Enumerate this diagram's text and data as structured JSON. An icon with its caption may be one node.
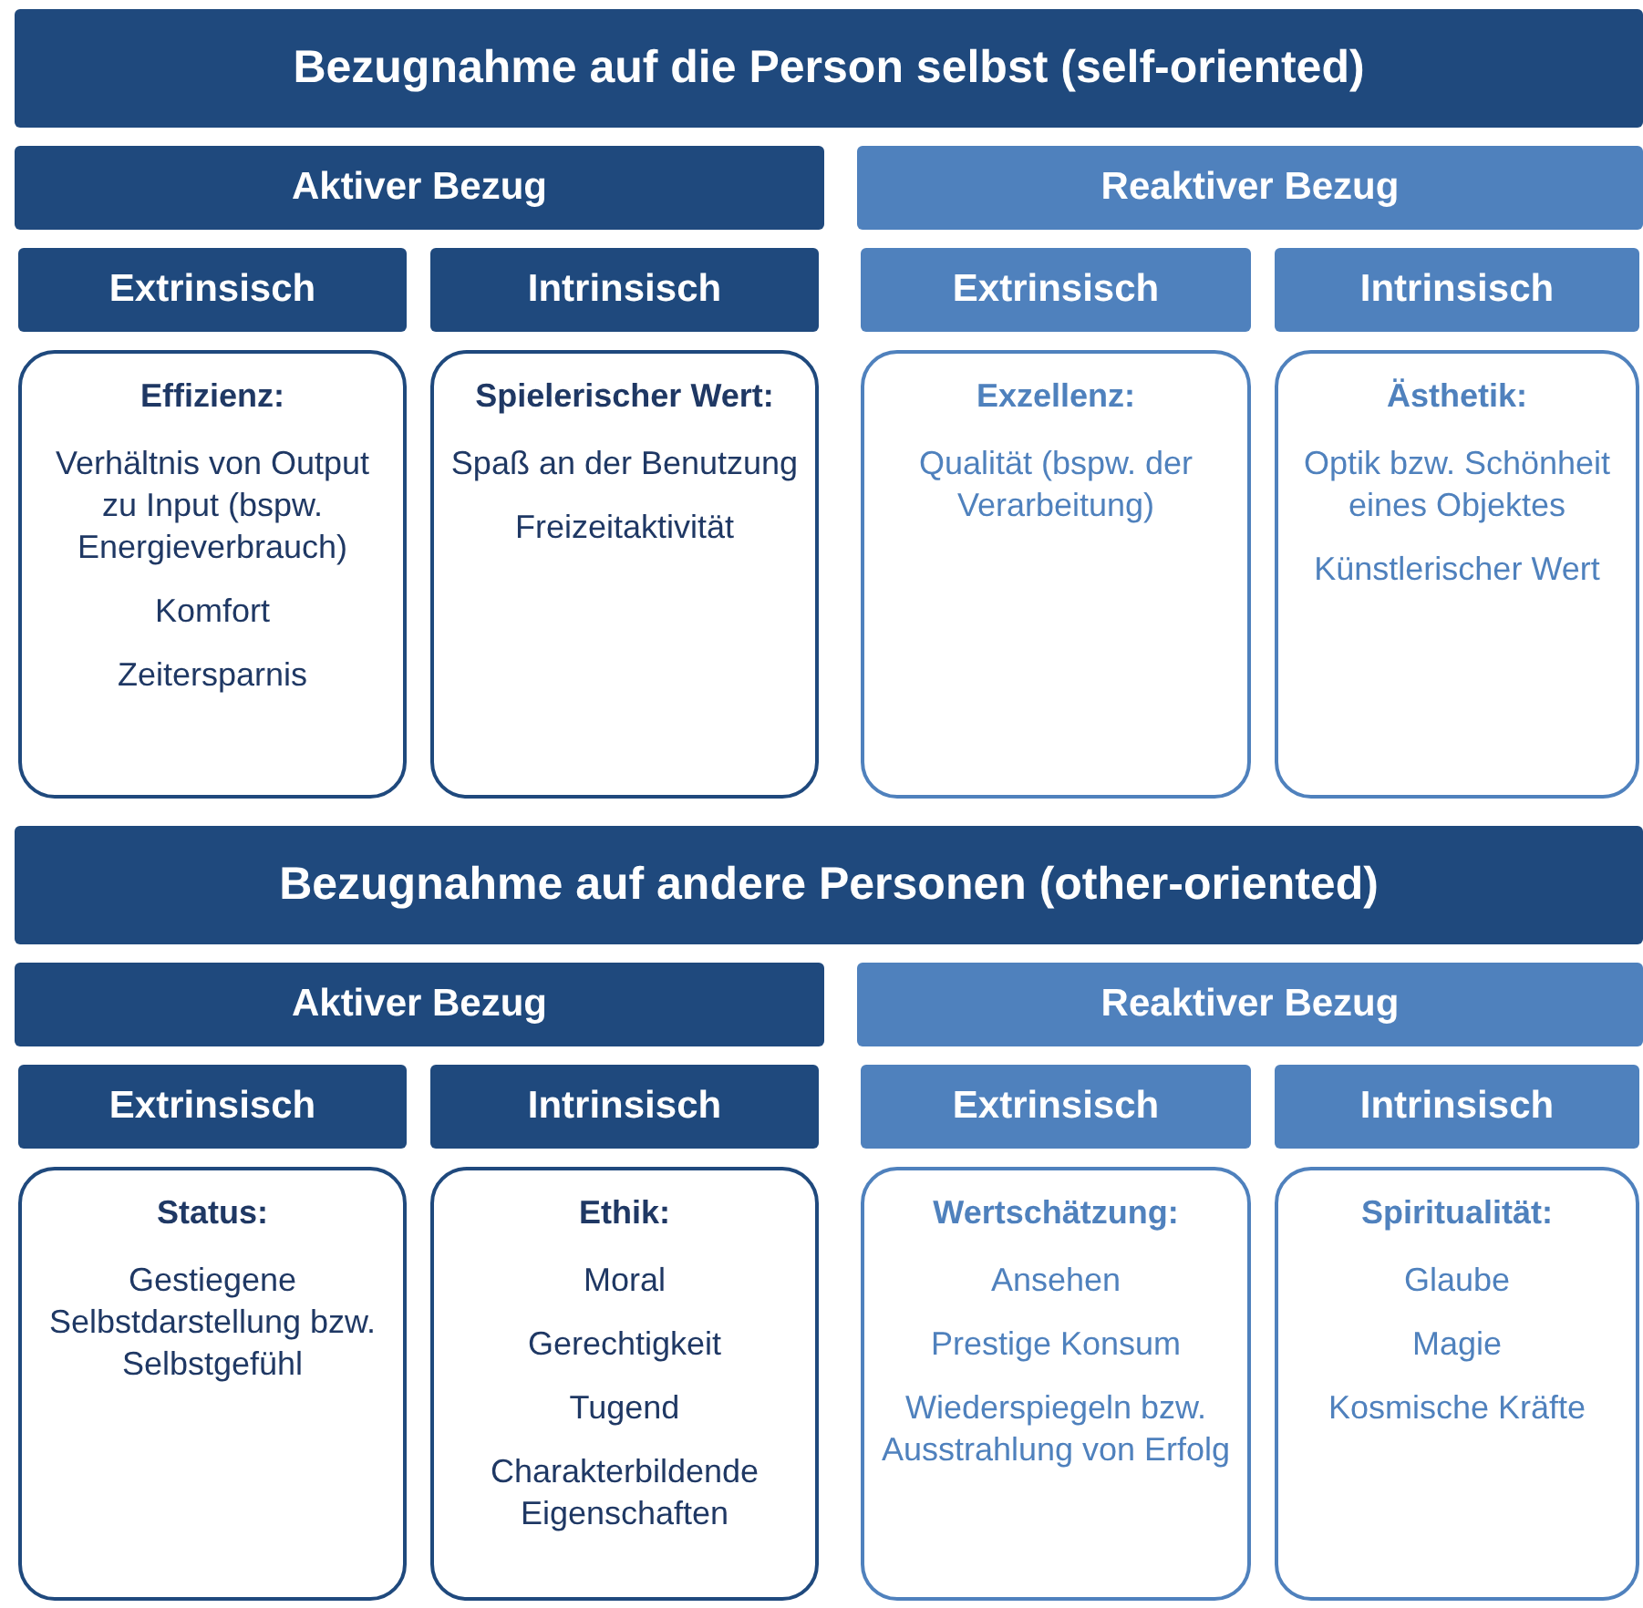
{
  "diagram": {
    "nodes": [
      {
        "text": [
          "Bezugnahme auf die Person selbst (self-oriented)"
        ]
      },
      {
        "text": [
          "Aktiver Bezug"
        ]
      },
      {
        "text": [
          "Reaktiver Bezug"
        ]
      },
      {
        "text": [
          "Extrinsisch"
        ]
      },
      {
        "text": [
          "Intrinsisch"
        ]
      },
      {
        "text": [
          "Extrinsisch"
        ]
      },
      {
        "text": [
          "Intrinsisch"
        ]
      },
      {
        "text": [
          "Effizienz:",
          "Verhältnis von Output zu Input (bspw. Energieverbrauch)",
          "Komfort",
          "Zeitersparnis"
        ]
      },
      {
        "text": [
          "Spielerischer Wert:",
          "Spaß an der Benutzung",
          "Freizeitaktivität"
        ]
      },
      {
        "text": [
          "Exzellenz:",
          "Qualität (bspw. der Verarbeitung)"
        ]
      },
      {
        "text": [
          "Ästhetik:",
          "Optik bzw. Schönheit eines Objektes",
          "Künstlerischer Wert"
        ]
      },
      {
        "text": [
          "Bezugnahme auf andere Personen (other-oriented)"
        ]
      },
      {
        "text": [
          "Aktiver Bezug"
        ]
      },
      {
        "text": [
          "Reaktiver Bezug"
        ]
      },
      {
        "text": [
          "Extrinsisch"
        ]
      },
      {
        "text": [
          "Intrinsisch"
        ]
      },
      {
        "text": [
          "Extrinsisch"
        ]
      },
      {
        "text": [
          "Intrinsisch"
        ]
      },
      {
        "text": [
          "Status:",
          "Gestiegene Selbstdarstellung bzw. Selbstgefühl"
        ]
      },
      {
        "text": [
          "Ethik:",
          "Moral",
          "Gerechtigkeit",
          "Tugend",
          "Charakterbildende Eigenschaften"
        ]
      },
      {
        "text": [
          "Wertschätzung:",
          "Ansehen",
          "Prestige Konsum",
          "Wiederspiegeln bzw. Ausstrahlung von Erfolg"
        ]
      },
      {
        "text": [
          "Spiritualität:",
          "Glaube",
          "Magie",
          "Kosmische Kräfte"
        ]
      }
    ],
    "edges": []
  }
}
